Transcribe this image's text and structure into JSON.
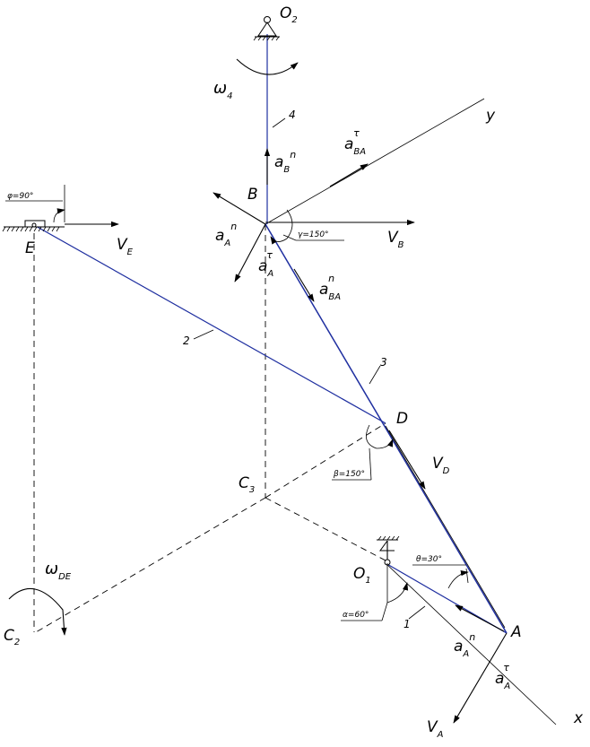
{
  "points": {
    "O2": {
      "main": "O",
      "sub": "2"
    },
    "B": "B",
    "E": "E",
    "D": "D",
    "C3": {
      "main": "C",
      "sub": "3"
    },
    "C2": {
      "main": "C",
      "sub": "2"
    },
    "O1": {
      "main": "O",
      "sub": "1"
    },
    "A": "A",
    "x": "x",
    "y": "y"
  },
  "links": {
    "l1": "1",
    "l2": "2",
    "l3": "3",
    "l4": "4"
  },
  "angles": {
    "phi": "φ=90°",
    "gamma": "γ=150°",
    "beta": "β=150°",
    "theta": "θ=30°",
    "alpha": "α=60°"
  },
  "omegas": {
    "w4": {
      "main": "ω",
      "sub": "4"
    },
    "wDE": {
      "main": "ω",
      "sub": "DE"
    }
  },
  "velocities": {
    "VE": {
      "main": "V",
      "sub": "E"
    },
    "VB": {
      "main": "V",
      "sub": "B"
    },
    "VD": {
      "main": "V",
      "sub": "D"
    },
    "VA": {
      "main": "V",
      "sub": "A"
    }
  },
  "accelerations": {
    "aBn": {
      "main": "a",
      "sub": "B",
      "sup": "n"
    },
    "aBAt": {
      "main": "a",
      "sub": "BA",
      "sup": "τ"
    },
    "aAn_B": {
      "main": "a",
      "sub": "A",
      "sup": "n"
    },
    "aAt_B": {
      "main": "a",
      "sub": "A",
      "sup": "τ"
    },
    "aBAn": {
      "main": "a",
      "sub": "BA",
      "sup": "n"
    },
    "aAn_A": {
      "main": "a",
      "sub": "A",
      "sup": "n"
    },
    "aAt_A": {
      "main": "a",
      "sub": "A",
      "sup": "τ"
    }
  },
  "colors": {
    "links": "#1f2fa0",
    "lines": "#000000"
  }
}
